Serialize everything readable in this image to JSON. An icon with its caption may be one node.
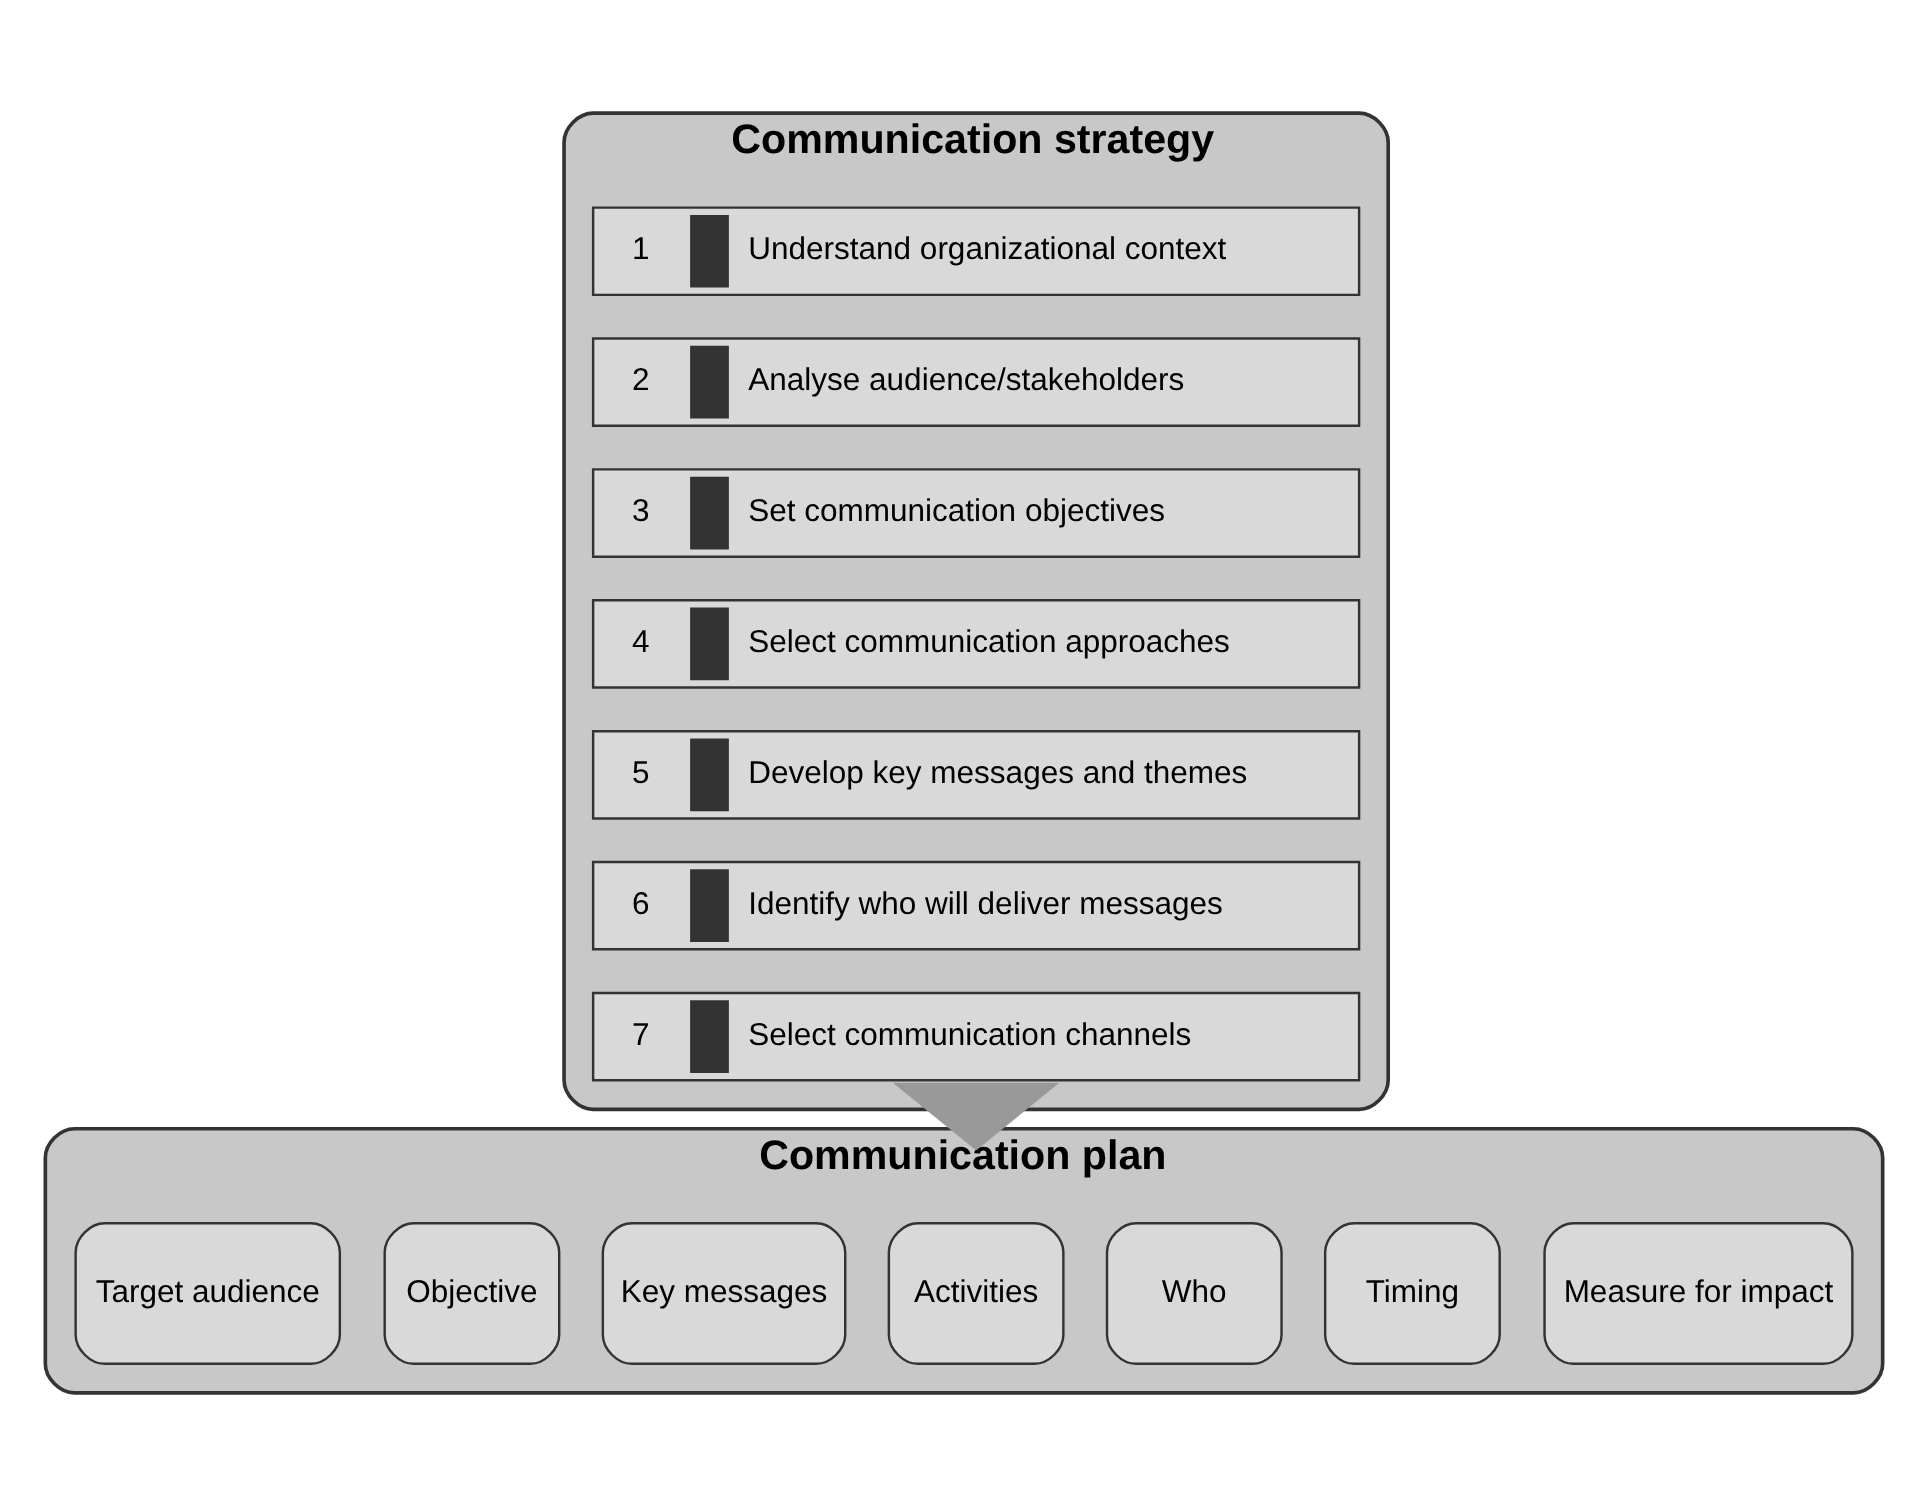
{
  "diagram": {
    "nodes": [
      {
        "text": [
          "Communication strategy"
        ]
      },
      {
        "text": [
          "1",
          "Understand organizational context"
        ],
        "in": 0
      },
      {
        "text": [
          "2",
          "Analyse audience/stakeholders"
        ],
        "in": 0
      },
      {
        "text": [
          "3",
          "Set communication objectives"
        ],
        "in": 0
      },
      {
        "text": [
          "4",
          "Select communication approaches"
        ],
        "in": 0
      },
      {
        "text": [
          "5",
          "Develop key messages and themes"
        ],
        "in": 0
      },
      {
        "text": [
          "6",
          "Identify who will deliver messages"
        ],
        "in": 0
      },
      {
        "text": [
          "7",
          "Select communication channels"
        ],
        "in": 0
      },
      {
        "text": [
          "Communication plan"
        ]
      },
      {
        "text": [
          "Target audience"
        ],
        "in": 8
      },
      {
        "text": [
          "Objective"
        ],
        "in": 8
      },
      {
        "text": [
          "Key messages"
        ],
        "in": 8
      },
      {
        "text": [
          "Activities"
        ],
        "in": 8
      },
      {
        "text": [
          "Who"
        ],
        "in": 8
      },
      {
        "text": [
          "Timing"
        ],
        "in": 8
      },
      {
        "text": [
          "Measure for impact"
        ],
        "in": 8
      }
    ],
    "edges": [
      {
        "from": 0,
        "to": 8,
        "arrow": "to",
        "style": "thick",
        "color": "#999999"
      }
    ]
  }
}
